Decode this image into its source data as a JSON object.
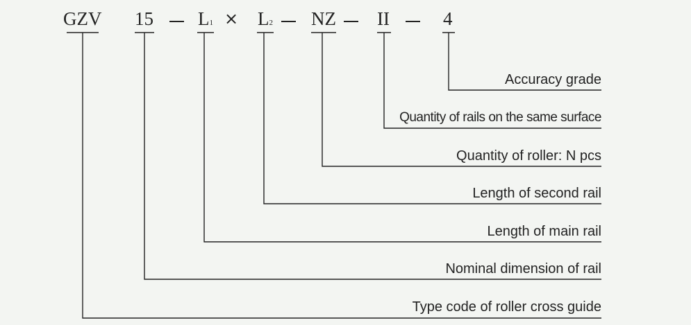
{
  "code": {
    "type": "GZV",
    "size": "15",
    "separator": "−",
    "main_rail_letter": "L",
    "main_rail_sub": "1",
    "times": "×",
    "second_rail_letter": "L",
    "second_rail_sub": "2",
    "rollers": "NZ",
    "rail_quantity": "II",
    "accuracy": "4"
  },
  "labels": {
    "accuracy": "Accuracy grade",
    "rails_same_surface": "Quantity of rails on the same surface",
    "roller_qty": "Quantity of roller: N pcs",
    "second_rail": "Length of second rail",
    "main_rail": "Length of main rail",
    "nominal": "Nominal dimension of rail",
    "type_code": "Type code of roller cross guide"
  },
  "colors": {
    "background": "#f3f5f2",
    "ink": "#222222"
  }
}
